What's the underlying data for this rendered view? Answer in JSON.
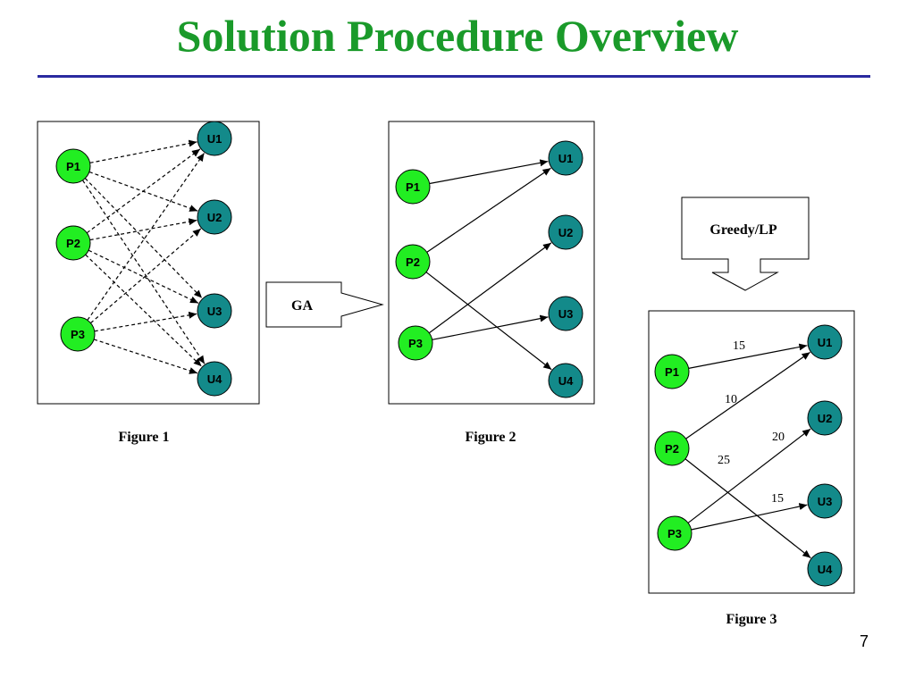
{
  "slide": {
    "title": "Solution Procedure Overview",
    "page_number": "7"
  },
  "colors": {
    "title": "#1a9a2a",
    "rule": "#2a2aa0",
    "producer_node": "#22ee22",
    "user_node": "#138a8a"
  },
  "arrows": {
    "ga_label": "GA",
    "greedy_label": "Greedy/LP"
  },
  "figures": [
    {
      "id": "fig1",
      "caption": "Figure 1",
      "edge_style": "dashed",
      "producers": [
        "P1",
        "P2",
        "P3"
      ],
      "users": [
        "U1",
        "U2",
        "U3",
        "U4"
      ],
      "edges": [
        {
          "from": "P1",
          "to": "U1"
        },
        {
          "from": "P1",
          "to": "U2"
        },
        {
          "from": "P1",
          "to": "U3"
        },
        {
          "from": "P1",
          "to": "U4"
        },
        {
          "from": "P2",
          "to": "U1"
        },
        {
          "from": "P2",
          "to": "U2"
        },
        {
          "from": "P2",
          "to": "U3"
        },
        {
          "from": "P2",
          "to": "U4"
        },
        {
          "from": "P3",
          "to": "U1"
        },
        {
          "from": "P3",
          "to": "U2"
        },
        {
          "from": "P3",
          "to": "U3"
        },
        {
          "from": "P3",
          "to": "U4"
        }
      ]
    },
    {
      "id": "fig2",
      "caption": "Figure 2",
      "edge_style": "solid",
      "producers": [
        "P1",
        "P2",
        "P3"
      ],
      "users": [
        "U1",
        "U2",
        "U3",
        "U4"
      ],
      "edges": [
        {
          "from": "P1",
          "to": "U1"
        },
        {
          "from": "P2",
          "to": "U1"
        },
        {
          "from": "P2",
          "to": "U4"
        },
        {
          "from": "P3",
          "to": "U2"
        },
        {
          "from": "P3",
          "to": "U3"
        }
      ]
    },
    {
      "id": "fig3",
      "caption": "Figure 3",
      "edge_style": "solid",
      "producers": [
        "P1",
        "P2",
        "P3"
      ],
      "users": [
        "U1",
        "U2",
        "U3",
        "U4"
      ],
      "edges": [
        {
          "from": "P1",
          "to": "U1",
          "weight": "15"
        },
        {
          "from": "P2",
          "to": "U1",
          "weight": "10"
        },
        {
          "from": "P2",
          "to": "U4",
          "weight": "25"
        },
        {
          "from": "P3",
          "to": "U2",
          "weight": "20"
        },
        {
          "from": "P3",
          "to": "U3",
          "weight": "15"
        }
      ]
    }
  ]
}
